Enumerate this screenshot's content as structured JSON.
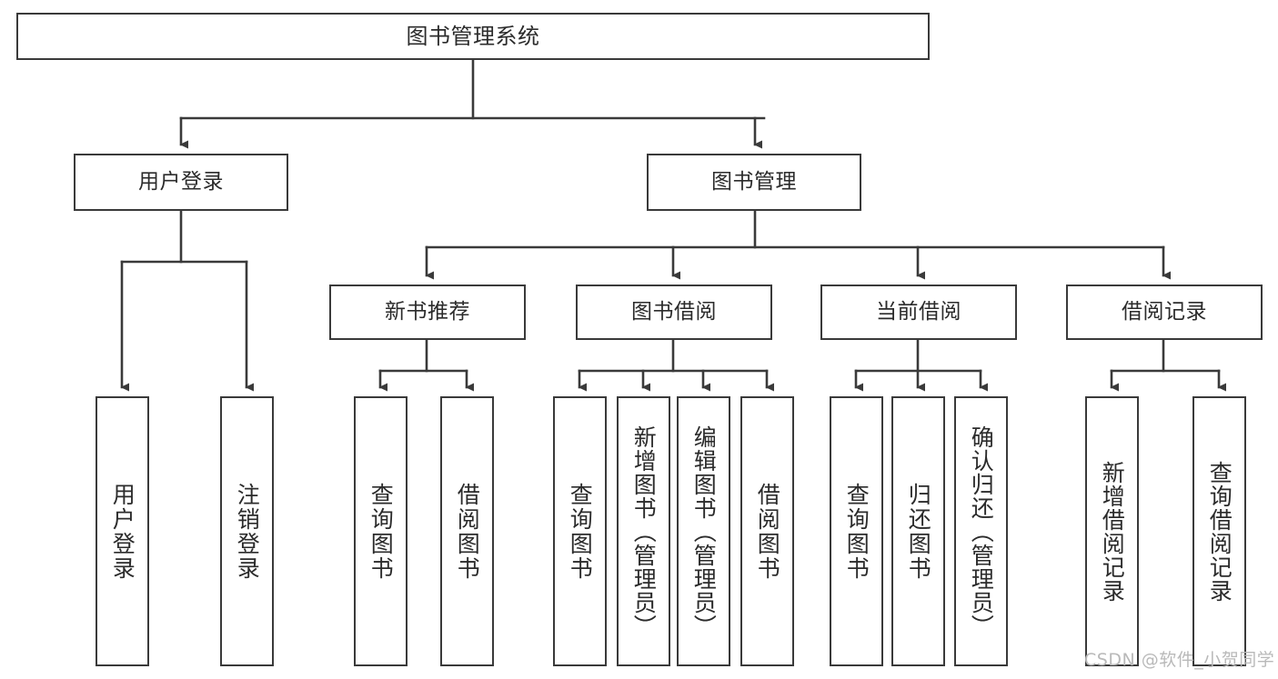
{
  "diagram": {
    "title": "图书管理系统",
    "type": "tree-structure-chart",
    "watermark": "CSDN @软件_小贺同学",
    "colors": {
      "stroke": "#3a3a3a",
      "fill": "#ffffff",
      "text": "#2b2b2b",
      "watermark": "#b9b9b9"
    },
    "nodes": {
      "root": {
        "label": "图书管理系统"
      },
      "level2": [
        {
          "id": "user-login",
          "label": "用户登录"
        },
        {
          "id": "book-management",
          "label": "图书管理"
        }
      ],
      "level3": [
        {
          "id": "new-book-recommend",
          "label": "新书推荐"
        },
        {
          "id": "book-borrow",
          "label": "图书借阅"
        },
        {
          "id": "current-borrow",
          "label": "当前借阅"
        },
        {
          "id": "borrow-record",
          "label": "借阅记录"
        }
      ],
      "leaves": {
        "user_login": [
          {
            "id": "leaf-user-login",
            "label": "用户登录"
          },
          {
            "id": "leaf-logout-login",
            "label": "注销登录"
          }
        ],
        "new_book_recommend": [
          {
            "id": "leaf-query-book-1",
            "label": "查询图书"
          },
          {
            "id": "leaf-borrow-book-1",
            "label": "借阅图书"
          }
        ],
        "book_borrow": [
          {
            "id": "leaf-query-book-2",
            "label": "查询图书"
          },
          {
            "id": "leaf-add-book-admin",
            "label": "新增图书（管理员）"
          },
          {
            "id": "leaf-edit-book-admin",
            "label": "编辑图书（管理员）"
          },
          {
            "id": "leaf-borrow-book-2",
            "label": "借阅图书"
          }
        ],
        "current_borrow": [
          {
            "id": "leaf-query-book-3",
            "label": "查询图书"
          },
          {
            "id": "leaf-return-book",
            "label": "归还图书"
          },
          {
            "id": "leaf-confirm-return-admin",
            "label": "确认归还（管理员）"
          }
        ],
        "borrow_record": [
          {
            "id": "leaf-add-borrow-record",
            "label": "新增借阅记录"
          },
          {
            "id": "leaf-query-borrow-record",
            "label": "查询借阅记录"
          }
        ]
      }
    }
  }
}
